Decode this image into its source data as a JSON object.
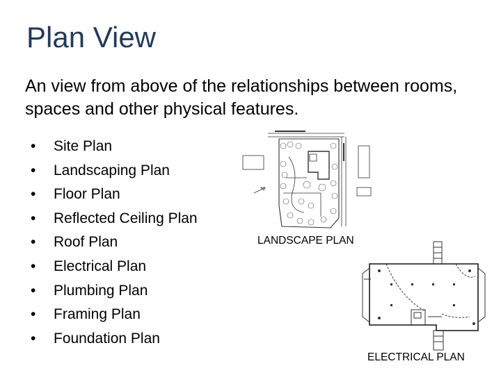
{
  "slide": {
    "title": "Plan View",
    "subtitle": "An view from above of the relationships between rooms, spaces and other physical features.",
    "bullet_char": "•",
    "bullets": [
      "Site Plan",
      "Landscaping Plan",
      "Floor Plan",
      "Reflected Ceiling Plan",
      "Roof Plan",
      "Electrical Plan",
      "Plumbing Plan",
      "Framing Plan",
      "Foundation Plan"
    ],
    "images": {
      "landscape_caption": "LANDSCAPE PLAN",
      "electrical_caption": "ELECTRICAL PLAN"
    },
    "colors": {
      "title": "#1f3a5f",
      "drawing_line": "#333333"
    }
  }
}
